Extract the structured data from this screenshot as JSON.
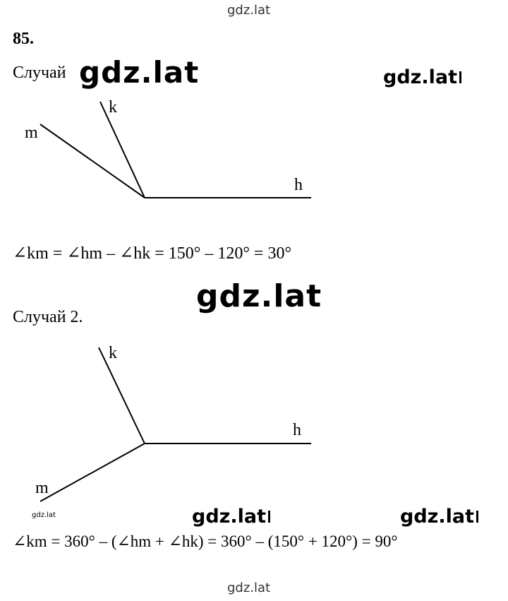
{
  "watermarks": {
    "top": "gdz.lat",
    "big_1": "gdz.lat",
    "right_1": "gdz.lat",
    "big_2": "gdz.lat",
    "small_left": "gdz.lat",
    "mid_2": "gdz.lat",
    "right_2": "gdz.lat",
    "bottom": "gdz.lat"
  },
  "problem": {
    "number": "85.",
    "case1": {
      "title": "Случай",
      "labels": {
        "k": "k",
        "m": "m",
        "h": "h"
      },
      "formula": "∠km = ∠hm – ∠hk = 150° – 120° = 30°"
    },
    "case2": {
      "title": "Случай 2.",
      "labels": {
        "k": "k",
        "m": "m",
        "h": "h"
      },
      "formula": "∠km = 360° – (∠hm + ∠hk) = 360° – (150° + 120°) = 90°"
    }
  }
}
